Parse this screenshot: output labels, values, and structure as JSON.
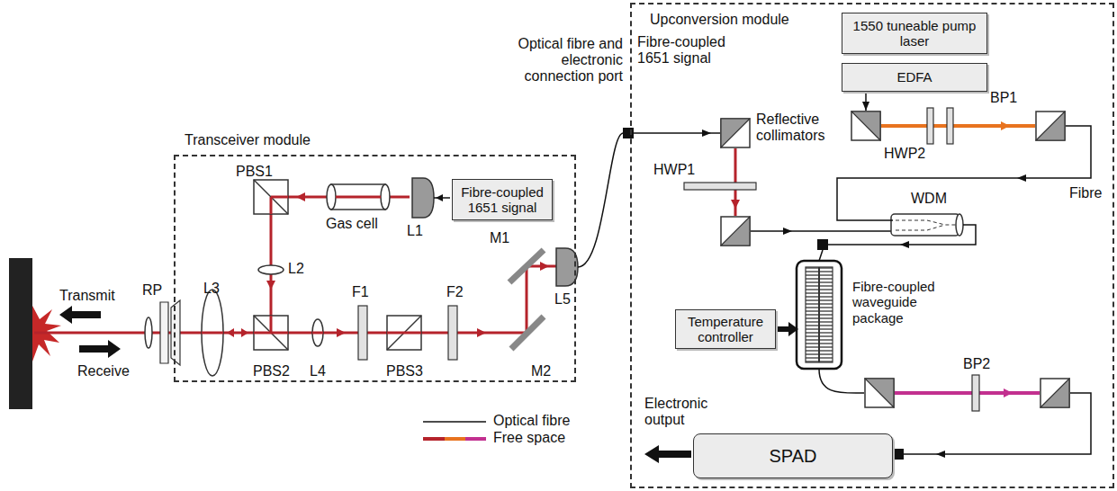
{
  "diagram": {
    "nodes": [
      {
        "text": [
          "Transceiver module"
        ]
      },
      {
        "text": [
          "Fibre-coupled 1651 signal"
        ],
        "in": 0
      },
      {
        "text": [
          "Upconversion module"
        ]
      },
      {
        "text": [
          "1550 tuneable pump laser"
        ],
        "in": 2
      },
      {
        "text": [
          "EDFA"
        ],
        "in": 2
      },
      {
        "text": [
          "Temperature controller"
        ],
        "in": 2
      },
      {
        "text": [
          "Fibre-coupled waveguide package"
        ],
        "in": 2
      },
      {
        "text": [
          "SPAD"
        ],
        "in": 2
      }
    ],
    "edges": [
      {
        "from": 5,
        "to": 6,
        "arrow": "to"
      }
    ],
    "labels": [
      "Transmit",
      "Receive",
      "RP",
      "L3",
      "PBS1",
      "Gas cell",
      "L1",
      "L2",
      "PBS2",
      "L4",
      "F1",
      "PBS3",
      "F2",
      "M1",
      "M2",
      "L5",
      "Optical fibre and electronic connection port",
      "Fibre-coupled 1651 signal",
      "Reflective collimators",
      "HWP1",
      "HWP2",
      "BP1",
      "Fibre",
      "WDM",
      "BP2",
      "Electronic output"
    ],
    "legend": [
      {
        "text": "Optical fibre"
      },
      {
        "text": "Free space"
      }
    ]
  }
}
